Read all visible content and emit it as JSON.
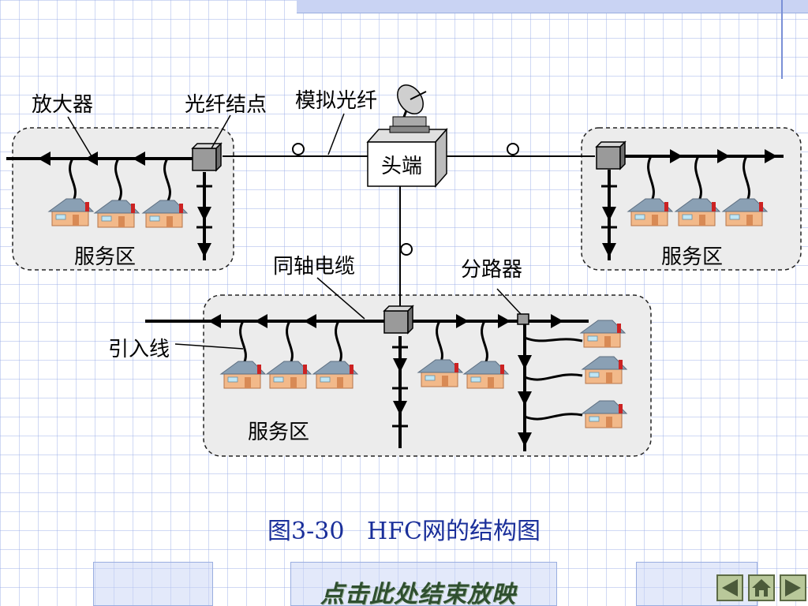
{
  "labels": {
    "amplifier": "放大器",
    "fiber_node": "光纤结点",
    "analog_fiber": "模拟光纤",
    "headend": "头端",
    "service_area": "服务区",
    "coax_cable": "同轴电缆",
    "splitter": "分路器",
    "drop_line": "引入线"
  },
  "caption": "图3-30   HFC网的结构图",
  "end_show": "点击此处结束放映",
  "colors": {
    "grid": "#96aae6",
    "caption": "#1a2f9a",
    "panel_fill": "#ececec",
    "house_wall": "#f2b98a",
    "house_roof": "#8aa0b4",
    "chimney": "#cc2222",
    "nav_button": "#b9c89a"
  },
  "icons": {
    "prev": "triangle-left-icon",
    "home": "home-icon",
    "next": "triangle-right-icon"
  }
}
